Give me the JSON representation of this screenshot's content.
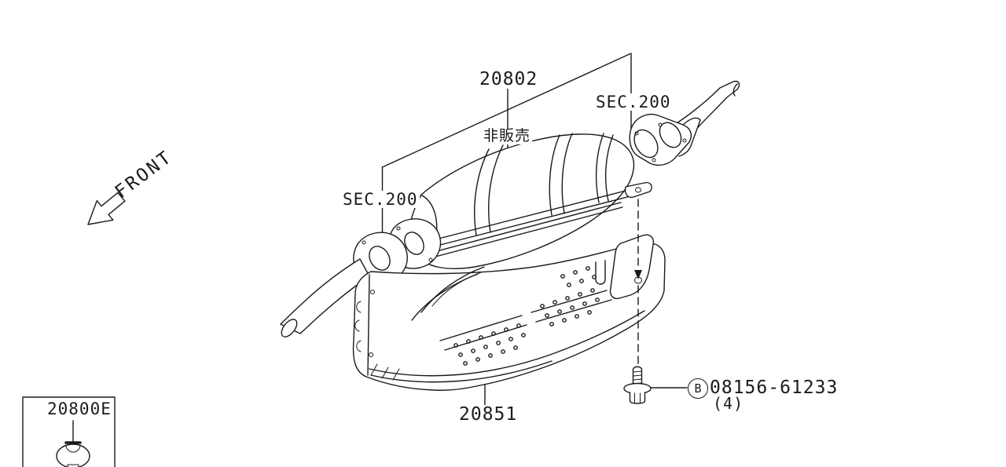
{
  "canvas": {
    "background": "#ffffff",
    "line_color": "#1a1a1a"
  },
  "annotations": {
    "front_label": "FRONT",
    "converter_part_no": "20802",
    "converter_note": "非販売",
    "sec_ref_left": "SEC.200",
    "sec_ref_right": "SEC.200",
    "shield_part_no": "20851",
    "bolt_marker": "B",
    "bolt_part_no": "08156-61233",
    "bolt_qty": "(4)",
    "inset_part_no": "20800E"
  }
}
